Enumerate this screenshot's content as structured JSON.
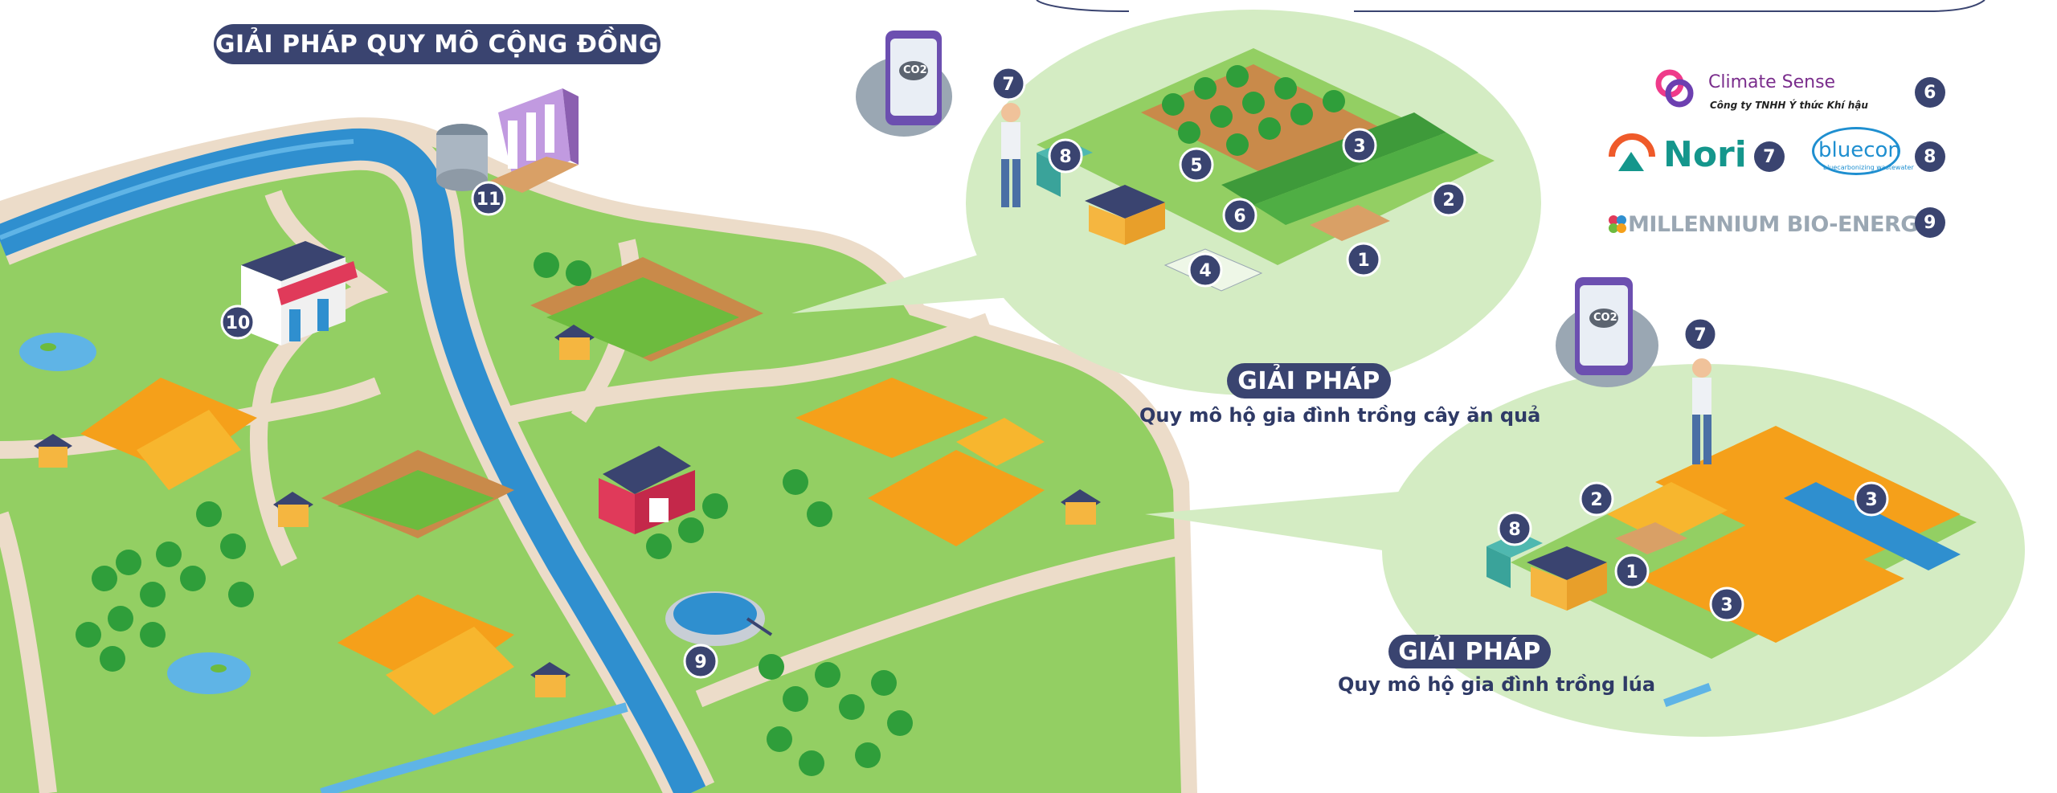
{
  "community": {
    "title": "GIẢI PHÁP QUY MÔ CỘNG ĐỒNG",
    "markers": [
      "9",
      "10",
      "11"
    ]
  },
  "fruit_solution": {
    "title": "GIẢI PHÁP",
    "subtitle": "Quy mô hộ gia đình trồng cây ăn quả",
    "markers": [
      "1",
      "2",
      "3",
      "4",
      "5",
      "6",
      "7",
      "8"
    ],
    "phone_label": "CO2"
  },
  "rice_solution": {
    "title": "GIẢI PHÁP",
    "subtitle": "Quy mô hộ gia đình trồng lúa",
    "markers": [
      "1",
      "2",
      "3",
      "3",
      "7",
      "8"
    ],
    "phone_label": "CO2"
  },
  "partners": [
    {
      "name": "Climate Sense",
      "tagline": "Công ty TNHH Ý thức Khí hậu",
      "number": "6"
    },
    {
      "name": "Nori",
      "number": "7"
    },
    {
      "name": "bluecon",
      "tagline": "bluecarbonizing wastewater",
      "number": "8"
    },
    {
      "name": "MILLENNIUM BIO-ENERGY",
      "number": "9"
    }
  ],
  "colors": {
    "navy": "#3a4470",
    "grass": "#93cf63",
    "path": "#ecdcc9",
    "river": "#2f8fcf",
    "bubble": "#d4ecc3",
    "rice": "#f5a01a",
    "nori_orange": "#ef5a2a",
    "nori_teal": "#14968c",
    "bluecon_blue": "#1f8fd0",
    "climate_purple": "#7a2d8c"
  }
}
